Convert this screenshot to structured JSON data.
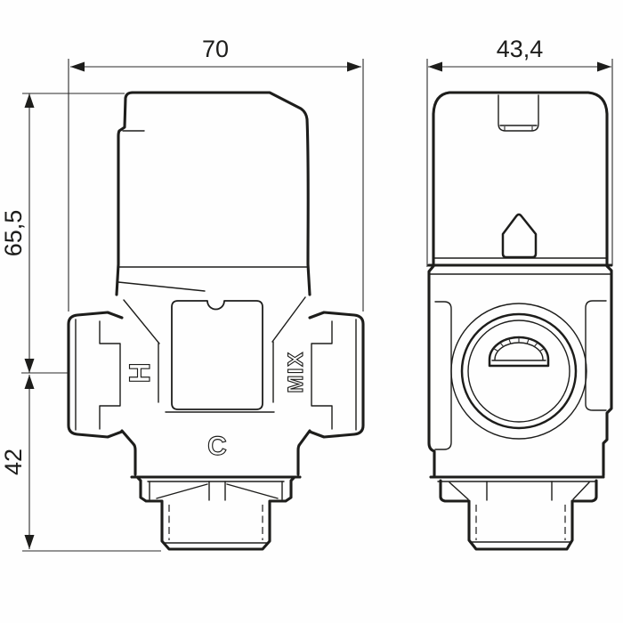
{
  "drawing": {
    "type": "technical-drawing",
    "background_color": "#fefefe",
    "line_color": "#1d1d1b",
    "views": {
      "front": {
        "name": "front view of mixing valve"
      },
      "side": {
        "name": "side view of mixing valve"
      }
    },
    "dimensions": {
      "front_width": {
        "label": "70",
        "orientation": "horizontal"
      },
      "side_width": {
        "label": "43,4",
        "orientation": "horizontal"
      },
      "upper_height": {
        "label": "65,5",
        "orientation": "vertical"
      },
      "lower_height": {
        "label": "42",
        "orientation": "vertical"
      }
    },
    "port_labels": {
      "hot": "H",
      "mix": "MIX",
      "cold": "C"
    }
  }
}
